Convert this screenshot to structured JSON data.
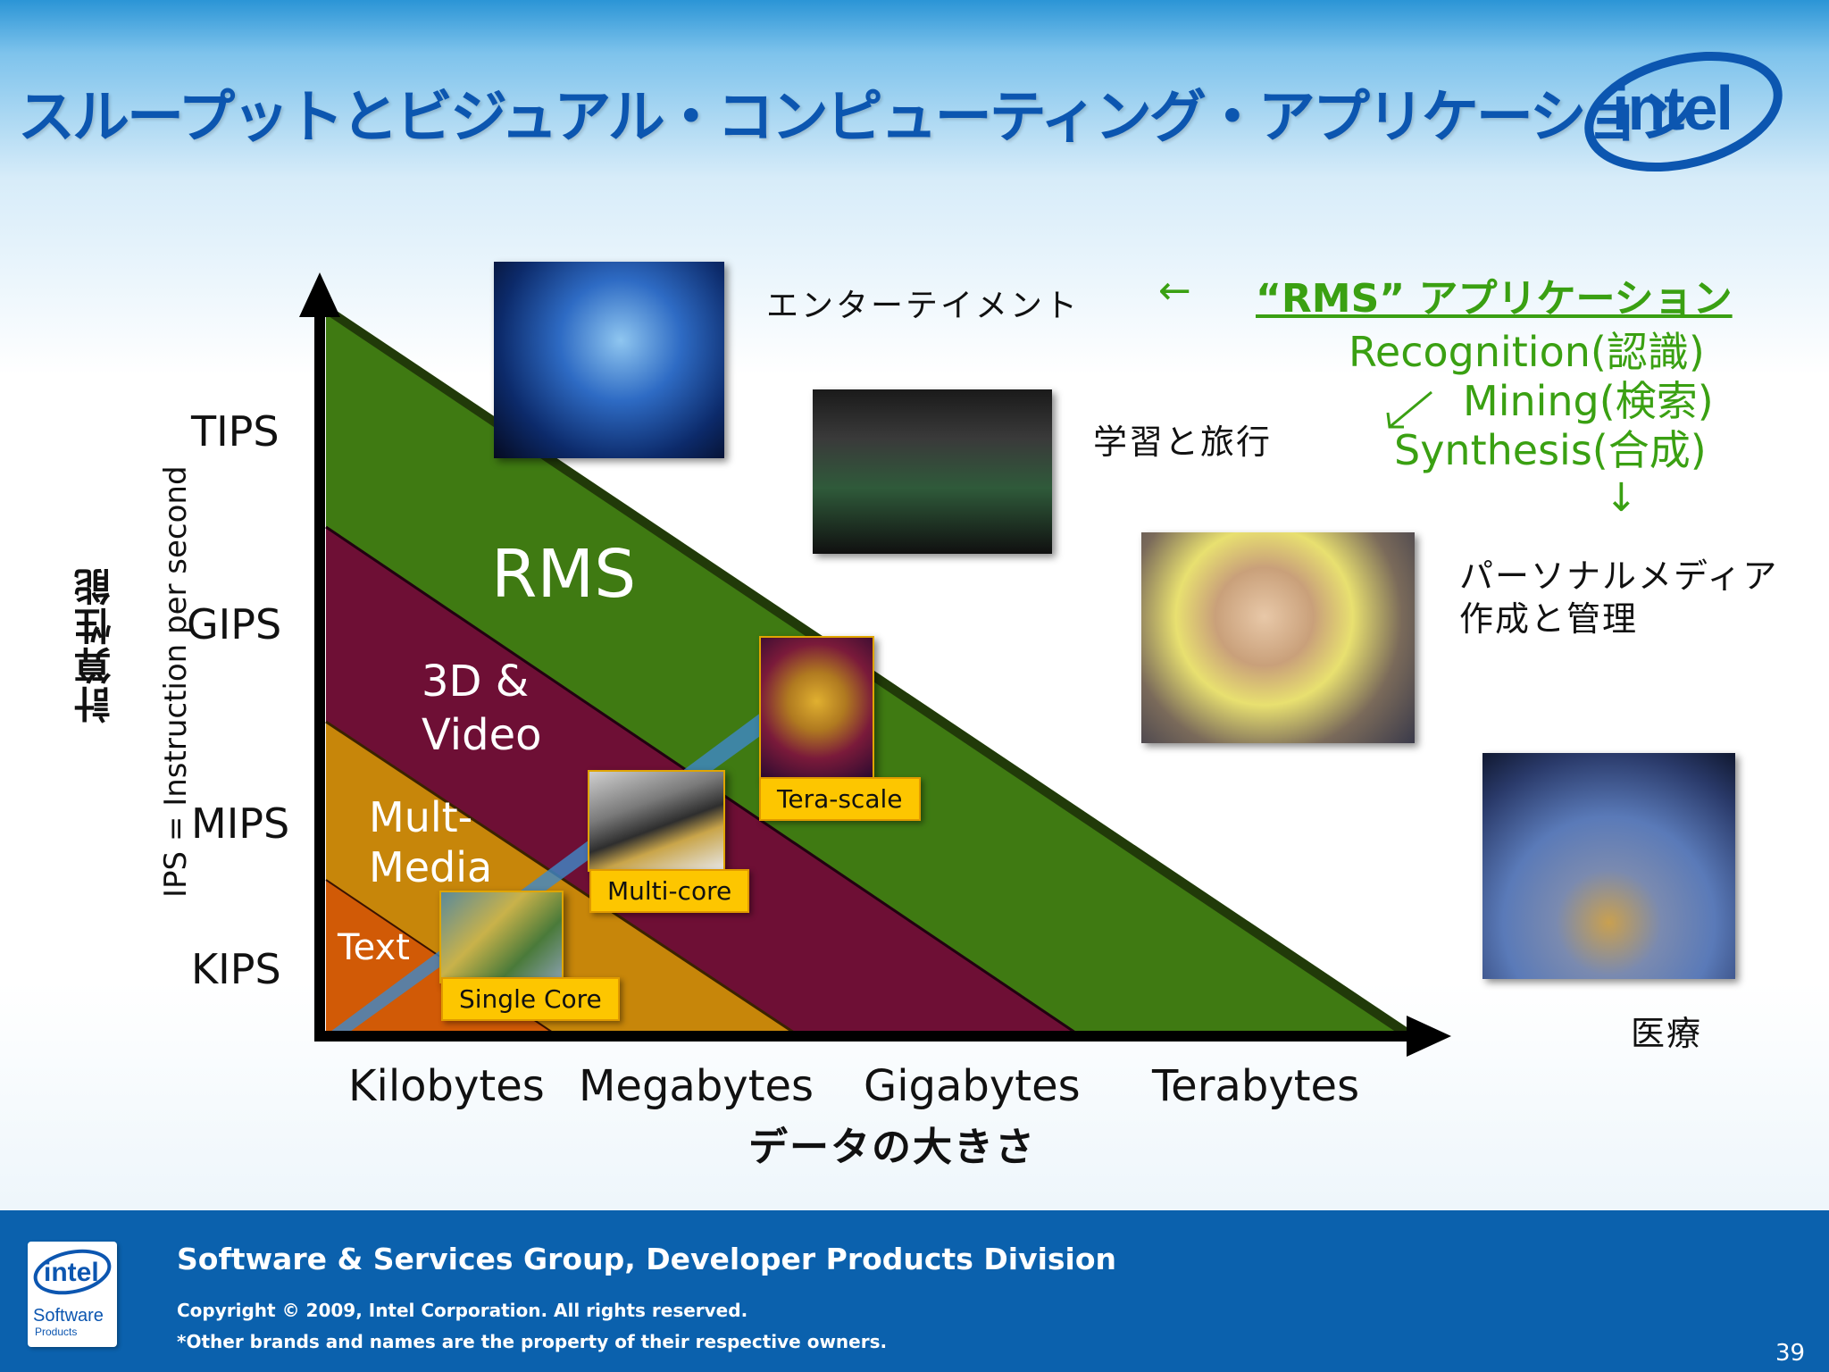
{
  "title": "スループットとビジュアル・コンピューティング・アプリケーション",
  "logo": {
    "text": "intel"
  },
  "y_axis": {
    "label": "計算性能",
    "sublabel": "IPS = Instruction per second",
    "ticks": [
      "TIPS",
      "GIPS",
      "MIPS",
      "KIPS"
    ]
  },
  "x_axis": {
    "label": "データの大きさ",
    "ticks": [
      "Kilobytes",
      "Megabytes",
      "Gigabytes",
      "Terabytes"
    ]
  },
  "regions": {
    "rms": "RMS",
    "video_1": "3D &",
    "video_2": "Video",
    "mm_1": "Mult-",
    "mm_2": "Media",
    "text": "Text"
  },
  "chips": {
    "single": "Single Core",
    "multi": "Multi-core",
    "tera": "Tera-scale"
  },
  "apps": {
    "entertainment": "エンターテイメント",
    "learning": "学習と旅行",
    "personal_1": "パーソナルメディア",
    "personal_2": "作成と管理",
    "medical": "医療"
  },
  "rms_box": {
    "heading": "“RMS” アプリケーション",
    "line1": "Recognition(認識)",
    "line2": "Mining(検索)",
    "line3": "Synthesis(合成)"
  },
  "arrows": {
    "left": "←",
    "down": "↓"
  },
  "footer": {
    "group": "Software & Services Group, Developer Products Division",
    "copyright": "Copyright © 2009, Intel Corporation. All rights reserved.",
    "trademark": "*Other brands and names are the property of their respective owners.",
    "page": "39",
    "badge_logo": "intel",
    "badge_line1": "Software",
    "badge_line2": "Products"
  },
  "colors": {
    "title": "#0c56b0",
    "green": "#3aa012",
    "footer": "#0b61ad",
    "rms_fill": "#3f7a12",
    "video_fill": "#6e0f35",
    "mm_fill": "#c7860a",
    "text_fill": "#d15a06",
    "chip_label": "#fdc600"
  }
}
